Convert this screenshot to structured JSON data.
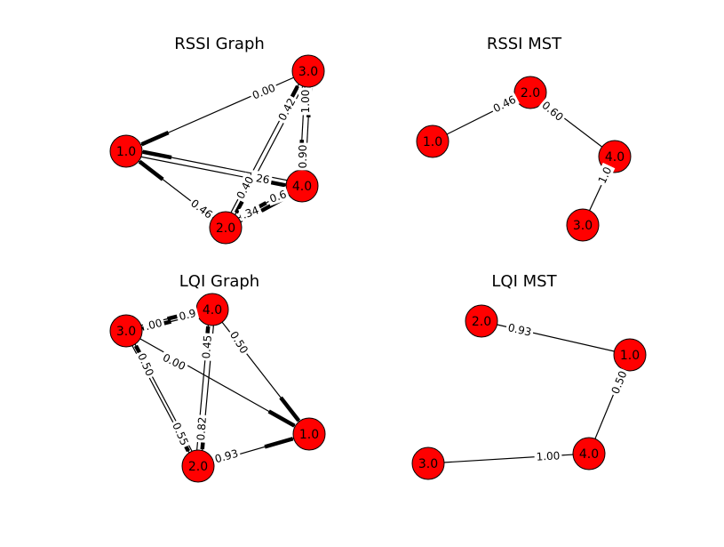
{
  "colors": {
    "node_fill": "#ff0000",
    "edge": "#000000",
    "background": "#ffffff"
  },
  "panels": [
    {
      "id": "rssi-graph",
      "title": "RSSI Graph",
      "directed": true,
      "nodes": [
        {
          "id": "1.0",
          "label": "1.0"
        },
        {
          "id": "2.0",
          "label": "2.0"
        },
        {
          "id": "3.0",
          "label": "3.0"
        },
        {
          "id": "4.0",
          "label": "4.0"
        }
      ],
      "edges": [
        {
          "from": "3.0",
          "to": "1.0",
          "label": "0.00"
        },
        {
          "from": "4.0",
          "to": "3.0",
          "label": "1.00"
        },
        {
          "from": "2.0",
          "to": "3.0",
          "label": "0.42"
        },
        {
          "from": "3.0",
          "to": "4.0",
          "label": "0.90"
        },
        {
          "from": "4.0",
          "to": "1.0",
          "label": ".26"
        },
        {
          "from": "1.0",
          "to": "4.0",
          "label": ""
        },
        {
          "from": "2.0",
          "to": "1.0",
          "label": "0.46"
        },
        {
          "from": "3.0",
          "to": "2.0",
          "label": "0.40"
        },
        {
          "from": "4.0",
          "to": "2.0",
          "label": ".34"
        },
        {
          "from": "2.0",
          "to": "4.0",
          "label": "0.6"
        }
      ]
    },
    {
      "id": "rssi-mst",
      "title": "RSSI MST",
      "directed": false,
      "nodes": [
        {
          "id": "1.0",
          "label": "1.0"
        },
        {
          "id": "2.0",
          "label": "2.0"
        },
        {
          "id": "3.0",
          "label": "3.0"
        },
        {
          "id": "4.0",
          "label": "4.0"
        }
      ],
      "edges": [
        {
          "from": "1.0",
          "to": "2.0",
          "label": "0.46"
        },
        {
          "from": "2.0",
          "to": "4.0",
          "label": "0.60"
        },
        {
          "from": "4.0",
          "to": "3.0",
          "label": "1.0"
        }
      ]
    },
    {
      "id": "lqi-graph",
      "title": "LQI Graph",
      "directed": true,
      "nodes": [
        {
          "id": "1.0",
          "label": "1.0"
        },
        {
          "id": "2.0",
          "label": "2.0"
        },
        {
          "id": "3.0",
          "label": "3.0"
        },
        {
          "id": "4.0",
          "label": "4.0"
        }
      ],
      "edges": [
        {
          "from": "3.0",
          "to": "4.0",
          "label": ".00"
        },
        {
          "from": "4.0",
          "to": "3.0",
          "label": "0.9"
        },
        {
          "from": "4.0",
          "to": "1.0",
          "label": "0.50"
        },
        {
          "from": "3.0",
          "to": "1.0",
          "label": "0.00"
        },
        {
          "from": "3.0",
          "to": "2.0",
          "label": "0.50"
        },
        {
          "from": "2.0",
          "to": "3.0",
          "label": "0.55"
        },
        {
          "from": "2.0",
          "to": "4.0",
          "label": "0.45"
        },
        {
          "from": "4.0",
          "to": "2.0",
          "label": "0.82"
        },
        {
          "from": "2.0",
          "to": "1.0",
          "label": "0.93"
        }
      ]
    },
    {
      "id": "lqi-mst",
      "title": "LQI MST",
      "directed": false,
      "nodes": [
        {
          "id": "1.0",
          "label": "1.0"
        },
        {
          "id": "2.0",
          "label": "2.0"
        },
        {
          "id": "3.0",
          "label": "3.0"
        },
        {
          "id": "4.0",
          "label": "4.0"
        }
      ],
      "edges": [
        {
          "from": "2.0",
          "to": "1.0",
          "label": "0.93"
        },
        {
          "from": "1.0",
          "to": "4.0",
          "label": "0.50"
        },
        {
          "from": "3.0",
          "to": "4.0",
          "label": "1.00"
        }
      ]
    }
  ]
}
